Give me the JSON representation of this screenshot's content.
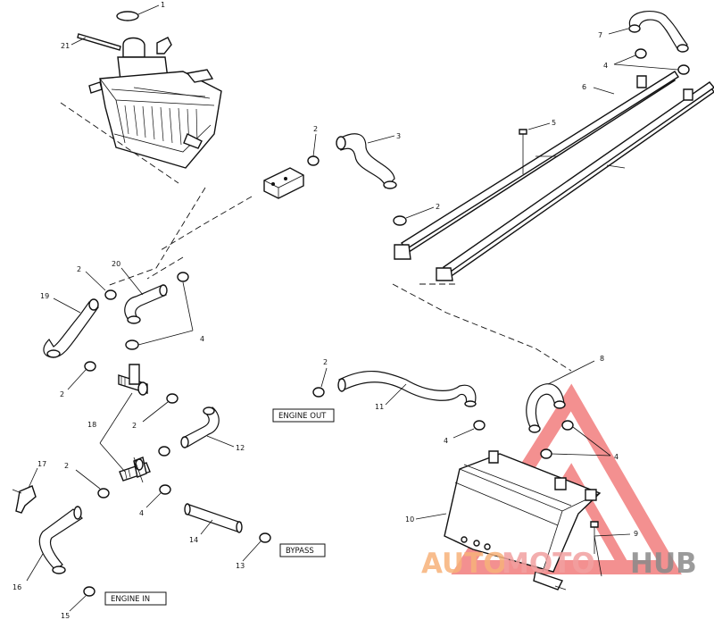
{
  "diagram": {
    "callouts": [
      "1",
      "21",
      "2",
      "3",
      "4",
      "5",
      "6",
      "7",
      "8",
      "9",
      "10",
      "11",
      "12",
      "13",
      "14",
      "15",
      "16",
      "17",
      "18",
      "19",
      "20"
    ],
    "labels": {
      "engine_out": "ENGINE OUT",
      "bypass": "BYPASS",
      "engine_in": "ENGINE IN"
    }
  },
  "watermark": {
    "text_auto": "AUTO",
    "text_moto": "MOTO",
    "text_hub": "HUB",
    "colors": {
      "auto": "#f7b27a",
      "moto": "#f2a0a0",
      "hub": "#8a8a8a",
      "triangle": "#f06b6b"
    }
  }
}
